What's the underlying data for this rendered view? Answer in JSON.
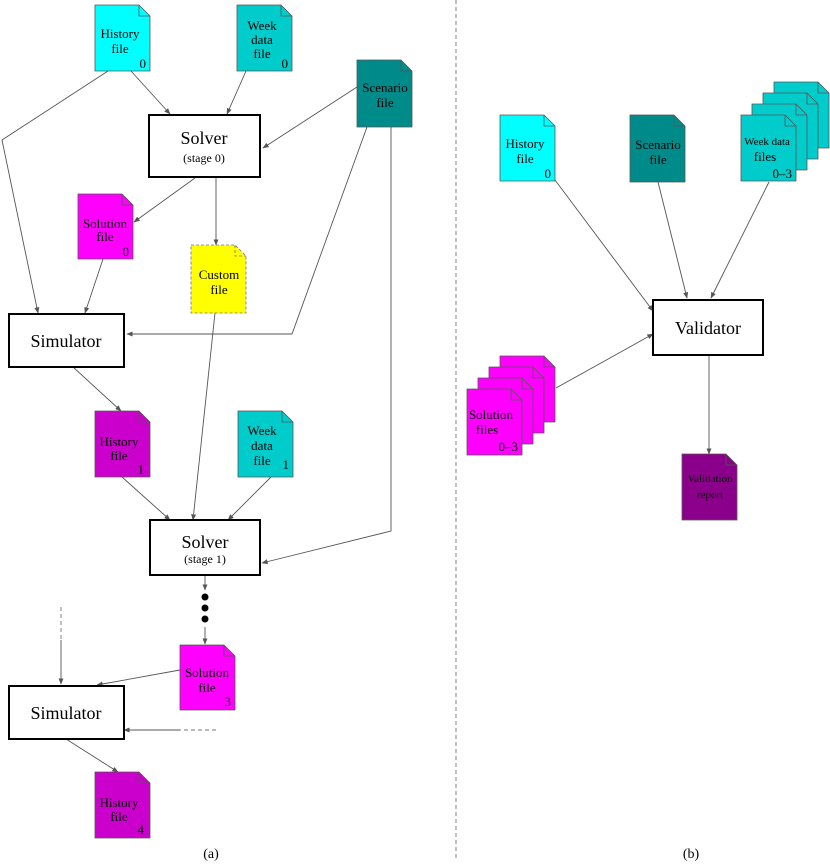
{
  "colors": {
    "cyan_light": "#00ffff",
    "cyan_medium": "#00cccc",
    "teal_dark": "#008b8b",
    "magenta": "#ff00ff",
    "magenta_dark": "#cc00cc",
    "purple": "#8b008b",
    "yellow": "#ffff00",
    "edge": "#555555"
  },
  "panel_a": {
    "label": "(a)",
    "files": {
      "history0": {
        "lines": [
          "History",
          "file"
        ],
        "index": "0"
      },
      "week0": {
        "lines": [
          "Week",
          "data",
          "file"
        ],
        "index": "0"
      },
      "scenario": {
        "lines": [
          "Scenario",
          "file"
        ]
      },
      "solution0": {
        "lines": [
          "Solution",
          "file"
        ],
        "index": "0"
      },
      "custom": {
        "lines": [
          "Custom",
          "file"
        ]
      },
      "history1": {
        "lines": [
          "History",
          "file"
        ],
        "index": "1"
      },
      "week1": {
        "lines": [
          "Week",
          "data",
          "file"
        ],
        "index": "1"
      },
      "solution3": {
        "lines": [
          "Solution",
          "file"
        ],
        "index": "3"
      },
      "history4": {
        "lines": [
          "History",
          "file"
        ],
        "index": "4"
      }
    },
    "boxes": {
      "solver0": {
        "title": "Solver",
        "subtitle": "(stage 0)"
      },
      "simulator1": {
        "title": "Simulator"
      },
      "solver1": {
        "title": "Solver",
        "subtitle": "(stage 1)"
      },
      "simulator2": {
        "title": "Simulator"
      }
    }
  },
  "panel_b": {
    "label": "(b)",
    "files": {
      "history0": {
        "lines": [
          "History",
          "file"
        ],
        "index": "0"
      },
      "scenario": {
        "lines": [
          "Scenario",
          "file"
        ]
      },
      "week_files": {
        "lines": [
          "Week data",
          "files"
        ],
        "index": "0–3"
      },
      "solution_files": {
        "lines": [
          "Solution",
          "files"
        ],
        "index": "0–3"
      },
      "report": {
        "lines": [
          "Validation",
          "report"
        ]
      }
    },
    "boxes": {
      "validator": {
        "title": "Validator"
      }
    }
  }
}
